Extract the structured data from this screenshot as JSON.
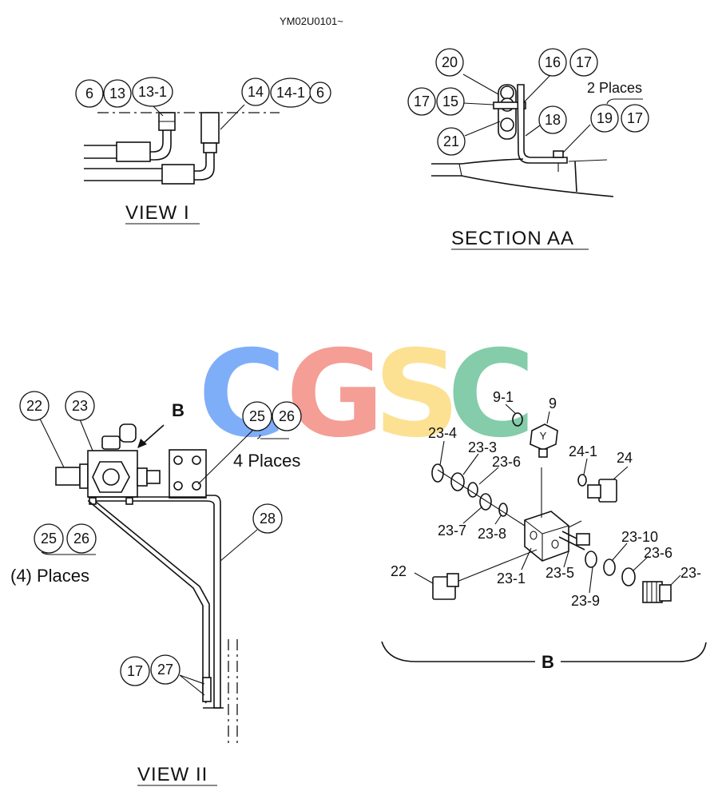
{
  "drawing_code": "YM02U0101~",
  "views": {
    "view1": "VIEW I",
    "section_aa": "SECTION AA",
    "view2": "VIEW II",
    "detail_b": "B"
  },
  "notes": {
    "two_places": "2 Places",
    "four_places": "4 Places",
    "four_places_paren": "(4) Places"
  },
  "view1_bubbles": [
    "6",
    "13",
    "13-1",
    "14",
    "14-1",
    "6"
  ],
  "section_bubbles": [
    "20",
    "16",
    "17",
    "17",
    "15",
    "18",
    "19",
    "17",
    "21"
  ],
  "view2_bubbles": [
    "22",
    "23",
    "25",
    "26",
    "25",
    "26",
    "28",
    "17",
    "27"
  ],
  "view2_pointer": "B",
  "detail_labels": [
    "9-1",
    "9",
    "23-4",
    "23-3",
    "23-6",
    "24-1",
    "24",
    "23-7",
    "23-8",
    "23-10",
    "23-6",
    "22",
    "23-1",
    "23-5",
    "23-",
    "23-9"
  ],
  "watermark": {
    "letters": [
      "C",
      "G",
      "S",
      "C"
    ],
    "colors": [
      "#4f8ff7",
      "#f0796e",
      "#fcd66a",
      "#55b98a"
    ]
  }
}
